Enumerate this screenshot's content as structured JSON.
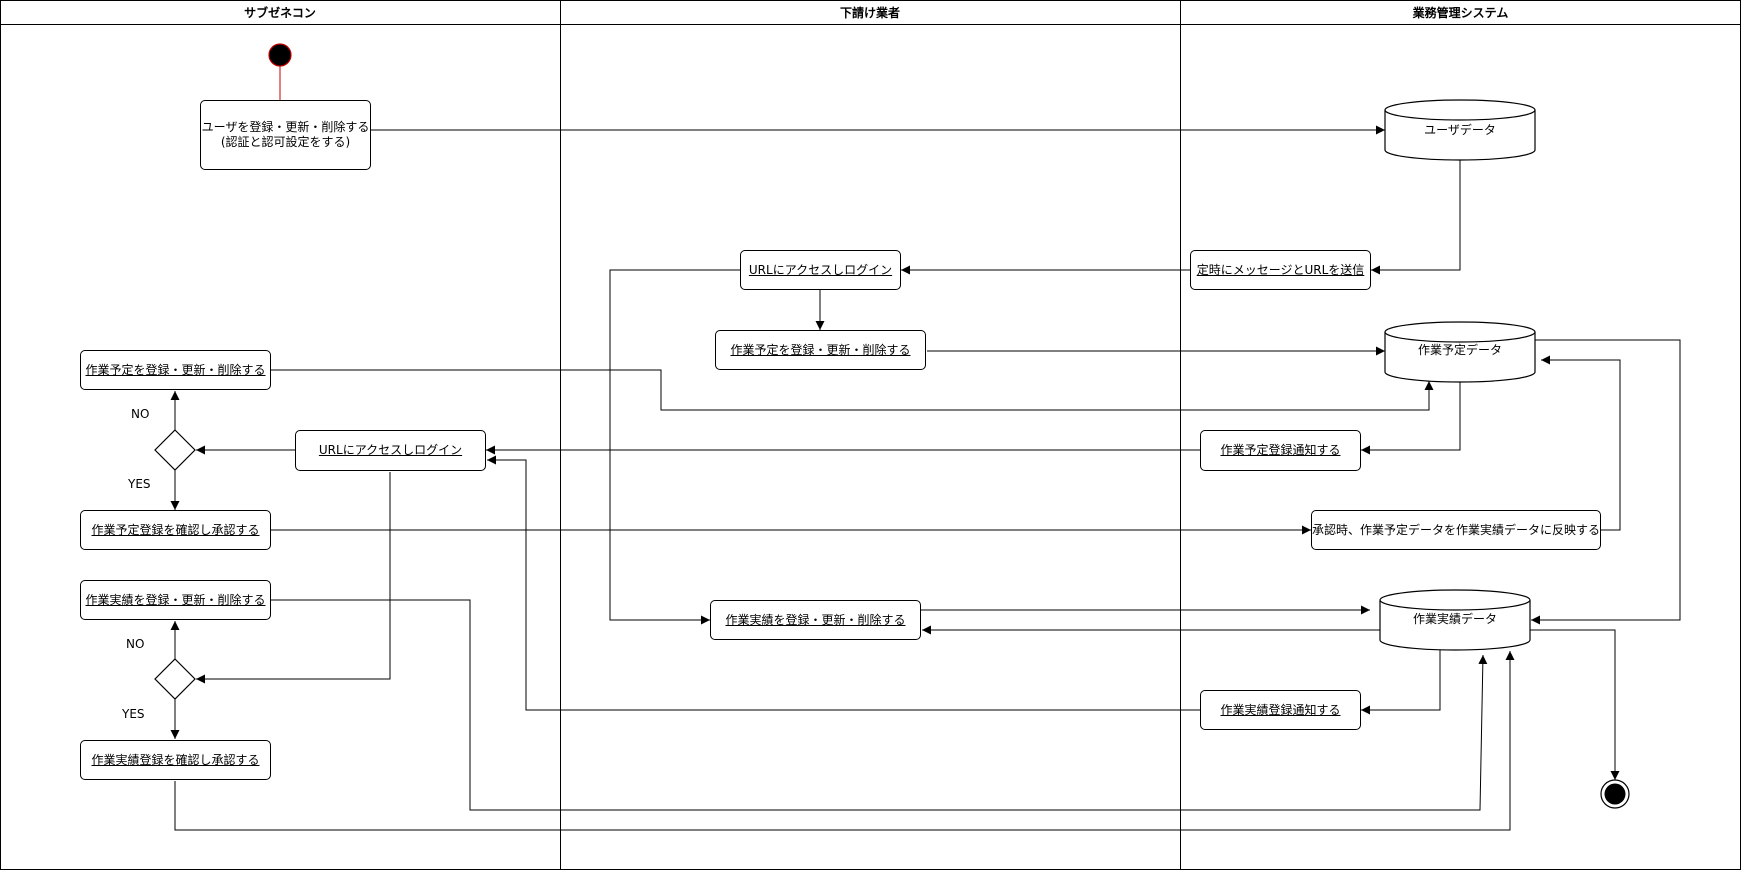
{
  "lanes": [
    "サブゼネコン",
    "下請け業者",
    "業務管理システム"
  ],
  "nodes": {
    "register_user_line1": "ユーザを登録・更新・削除する",
    "register_user_line2": "(認証と認可設定をする)",
    "user_data": "ユーザデータ",
    "send_message_url": "定時にメッセージとURLを送信",
    "sub_login": "URLにアクセスしログイン",
    "sub_schedule_crud": "作業予定を登録・更新・削除する",
    "schedule_data": "作業予定データ",
    "gc_schedule_crud": "作業予定を登録・更新・削除する",
    "gc_login": "URLにアクセスしログイン",
    "schedule_notify": "作業予定登録通知する",
    "gc_schedule_approve": "作業予定登録を確認し承認する",
    "reflect_on_approve": "承認時、作業予定データを作業実績データに反映する",
    "gc_result_crud": "作業実績を登録・更新・削除する",
    "sub_result_crud": "作業実績を登録・更新・削除する",
    "result_data": "作業実績データ",
    "result_notify": "作業実績登録通知する",
    "gc_result_approve": "作業実績登録を確認し承認する"
  },
  "labels": {
    "no_1": "NO",
    "yes_1": "YES",
    "no_2": "NO",
    "yes_2": "YES"
  }
}
